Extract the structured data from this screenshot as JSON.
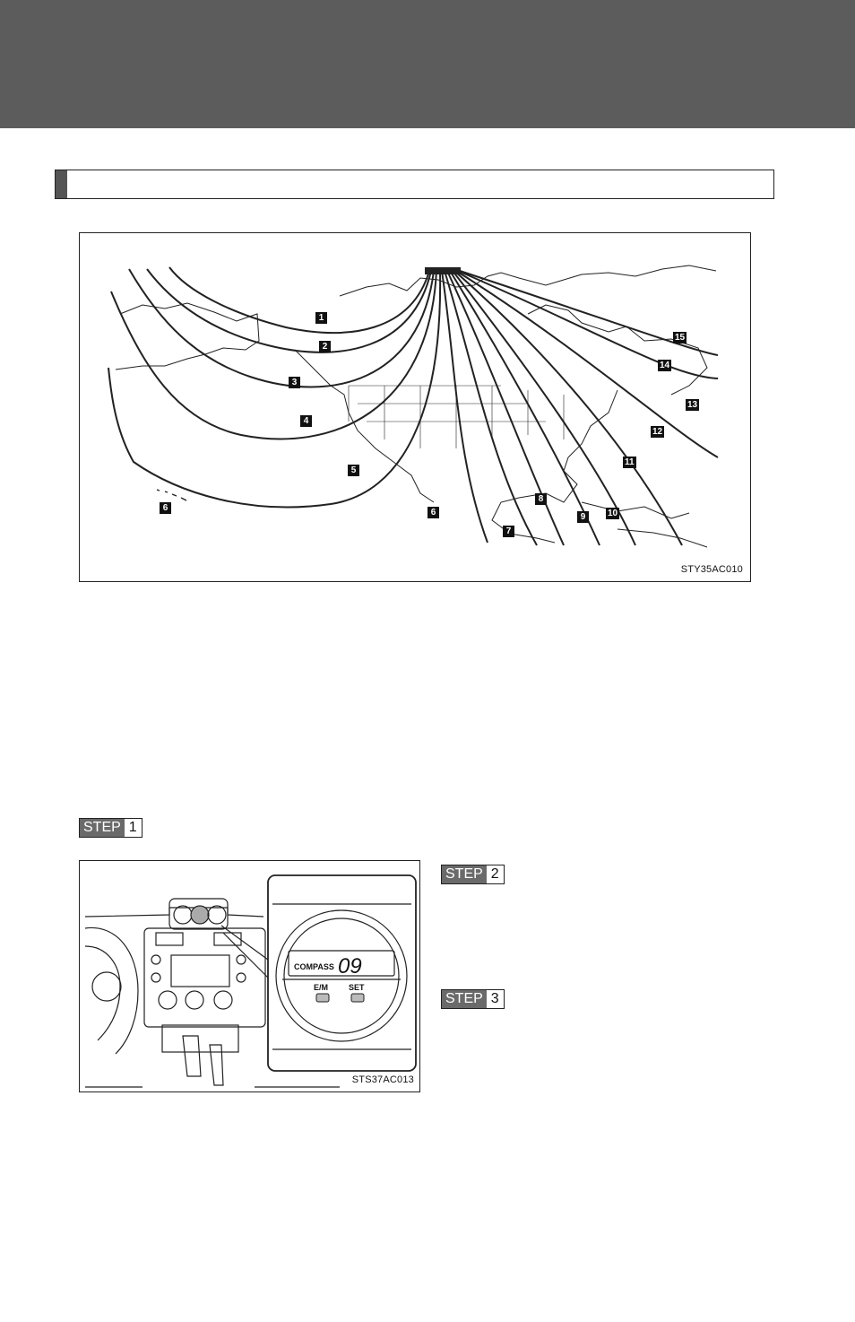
{
  "map_figure": {
    "code": "STY35AC010",
    "zones": [
      "1",
      "2",
      "3",
      "4",
      "5",
      "6",
      "6",
      "7",
      "8",
      "9",
      "10",
      "11",
      "12",
      "13",
      "14",
      "15"
    ]
  },
  "compass_figure": {
    "code": "STS37AC013",
    "display_label": "COMPASS",
    "display_value": "09",
    "button_em": "E/M",
    "button_set": "SET"
  },
  "steps": [
    {
      "word": "STEP",
      "num": "1"
    },
    {
      "word": "STEP",
      "num": "2"
    },
    {
      "word": "STEP",
      "num": "3"
    }
  ]
}
